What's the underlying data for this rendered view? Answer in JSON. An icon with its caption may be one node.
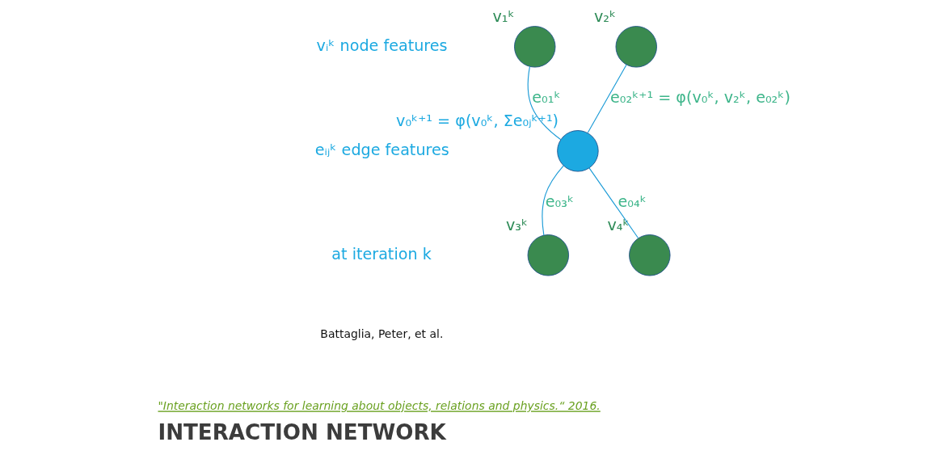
{
  "diagram": {
    "title": "INTERACTION NETWORK",
    "nodes": [
      {
        "text": [],
        "shape": "circle",
        "beside": [
          "v₁ᵏ"
        ]
      },
      {
        "text": [],
        "shape": "circle",
        "beside": [
          "v₂ᵏ"
        ]
      },
      {
        "text": [],
        "shape": "circle",
        "beside": [
          "v₀ᵏ⁺¹ = φ(v₀ᵏ, Σe₀ⱼᵏ⁺¹)"
        ]
      },
      {
        "text": [],
        "shape": "circle",
        "beside": [
          "v₃ᵏ"
        ]
      },
      {
        "text": [],
        "shape": "circle",
        "beside": [
          "v₄ᵏ"
        ]
      }
    ],
    "edges": [
      {
        "from": 0,
        "to": 2,
        "arrow": "none",
        "label": "e₀₁ᵏ"
      },
      {
        "from": 1,
        "to": 2,
        "arrow": "none",
        "label": "e₀₂ᵏ⁺¹ = φ(v₀ᵏ, v₂ᵏ, e₀₂ᵏ)"
      },
      {
        "from": 2,
        "to": 3,
        "arrow": "none",
        "label": "e₀₃ᵏ"
      },
      {
        "from": 2,
        "to": 4,
        "arrow": "none",
        "label": "e₀₄ᵏ"
      }
    ],
    "labels": [
      "vᵢᵏ node features",
      "eᵢⱼᵏ edge features",
      "at iteration k",
      "Battaglia, Peter, et al.",
      "\"Interaction networks for learning about objects, relations and physics.“ 2016."
    ]
  }
}
